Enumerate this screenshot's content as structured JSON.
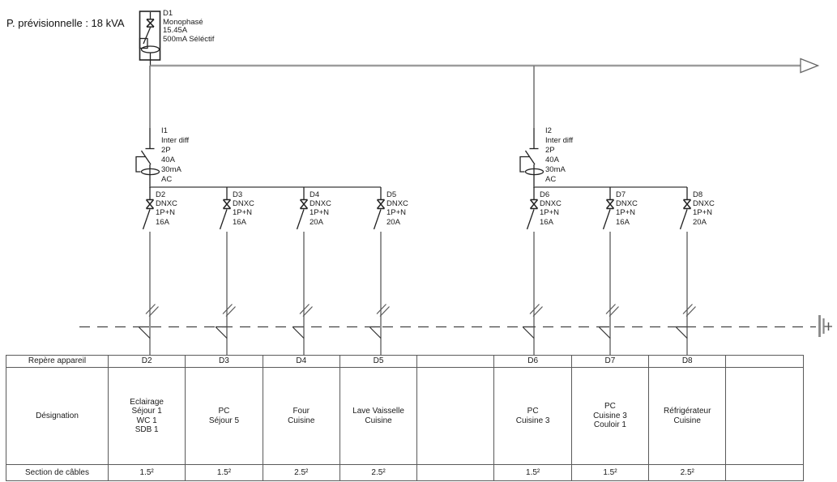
{
  "title_block": {
    "prospective_power": "P. prévisionnelle : 18 kVA"
  },
  "devices": {
    "main_breaker": {
      "id": "D1",
      "label": "D1\nMonophasé\n15.45A\n500mA Séléctif"
    },
    "diff_switches": [
      {
        "id": "I1",
        "label": "I1\nInter diff\n2P\n40A\n30mA\nAC"
      },
      {
        "id": "I2",
        "label": "I2\nInter diff\n2P\n40A\n30mA\nAC"
      }
    ],
    "breakers": [
      {
        "id": "D2",
        "label": "D2\nDNXC\n1P+N\n16A"
      },
      {
        "id": "D3",
        "label": "D3\nDNXC\n1P+N\n16A"
      },
      {
        "id": "D4",
        "label": "D4\nDNXC\n1P+N\n20A"
      },
      {
        "id": "D5",
        "label": "D5\nDNXC\n1P+N\n20A"
      },
      {
        "id": "D6",
        "label": "D6\nDNXC\n1P+N\n16A"
      },
      {
        "id": "D7",
        "label": "D7\nDNXC\n1P+N\n16A"
      },
      {
        "id": "D8",
        "label": "D8\nDNXC\n1P+N\n20A"
      }
    ]
  },
  "table": {
    "row_labels": [
      "Repère appareil",
      "Désignation",
      "Section de câbles"
    ],
    "columns": [
      {
        "repere": "D2",
        "designation": "Eclairage\nSéjour 1\nWC 1\nSDB 1",
        "section": "1.5²"
      },
      {
        "repere": "D3",
        "designation": "PC\nSéjour 5",
        "section": "1.5²"
      },
      {
        "repere": "D4",
        "designation": "Four\nCuisine",
        "section": "2.5²"
      },
      {
        "repere": "D5",
        "designation": "Lave Vaisselle\nCuisine",
        "section": "2.5²"
      },
      {
        "repere": "",
        "designation": "",
        "section": ""
      },
      {
        "repere": "D6",
        "designation": "PC\nCuisine 3",
        "section": "1.5²"
      },
      {
        "repere": "D7",
        "designation": "PC\nCuisine 3\nCouloir 1",
        "section": "1.5²"
      },
      {
        "repere": "D8",
        "designation": "Réfrigérateur\nCuisine",
        "section": "2.5²"
      },
      {
        "repere": "",
        "designation": "",
        "section": ""
      }
    ]
  },
  "colors": {
    "bus_gray": "#9c9c9c",
    "wire_gray": "#5a5a5a",
    "symbol_black": "#222222",
    "dashed_line": "#444444",
    "table_border": "#5a5a5a",
    "text": "#1a1a1a"
  }
}
